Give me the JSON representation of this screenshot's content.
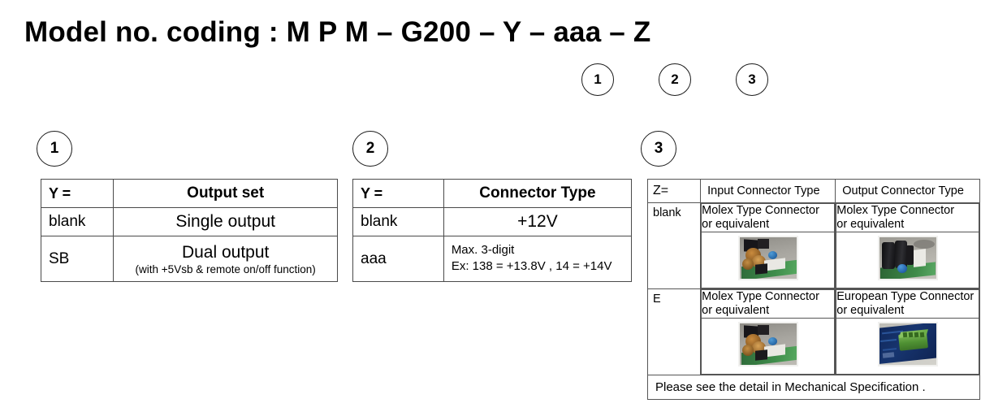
{
  "title": "Model no. coding : M P M – G200 – Y – aaa – Z",
  "title_badges": [
    {
      "label": "1"
    },
    {
      "label": "2"
    },
    {
      "label": "3"
    }
  ],
  "sections": [
    {
      "badge": "1",
      "table": {
        "header": [
          "Y =",
          "Output set"
        ],
        "rows": [
          {
            "key": "blank",
            "value": "Single output",
            "note": ""
          },
          {
            "key": "SB",
            "value": "Dual output",
            "note": "(with +5Vsb & remote on/off function)"
          }
        ]
      }
    },
    {
      "badge": "2",
      "table": {
        "header": [
          "Y =",
          "Connector Type"
        ],
        "rows": [
          {
            "key": "blank",
            "value": "+12V",
            "note": ""
          },
          {
            "key": "aaa",
            "value": "Max. 3-digit",
            "note": "Ex: 138 = +13.8V , 14 = +14V"
          }
        ]
      }
    },
    {
      "badge": "3",
      "table": {
        "header": [
          "Z=",
          "Input Connector Type",
          "Output Connector Type"
        ],
        "rows": [
          {
            "key": "blank",
            "input_text_line1": "Molex Type Connector",
            "input_text_line2": "or equivalent",
            "output_text_line1": "Molex Type Connector",
            "output_text_line2": "or equivalent",
            "input_photo": "molex-input-connector-photo",
            "output_photo": "molex-output-connector-photo"
          },
          {
            "key": "E",
            "input_text_line1": "Molex Type Connector",
            "input_text_line2": "or equivalent",
            "output_text_line1": "European Type Connector",
            "output_text_line2": "or equivalent",
            "input_photo": "molex-input-connector-photo",
            "output_photo": "european-terminal-block-photo"
          }
        ],
        "footer": "Please see the detail in Mechanical Specification ."
      }
    }
  ],
  "colors": {
    "text": "#000000",
    "table_border": "#4a4a4a",
    "background": "#ffffff"
  }
}
